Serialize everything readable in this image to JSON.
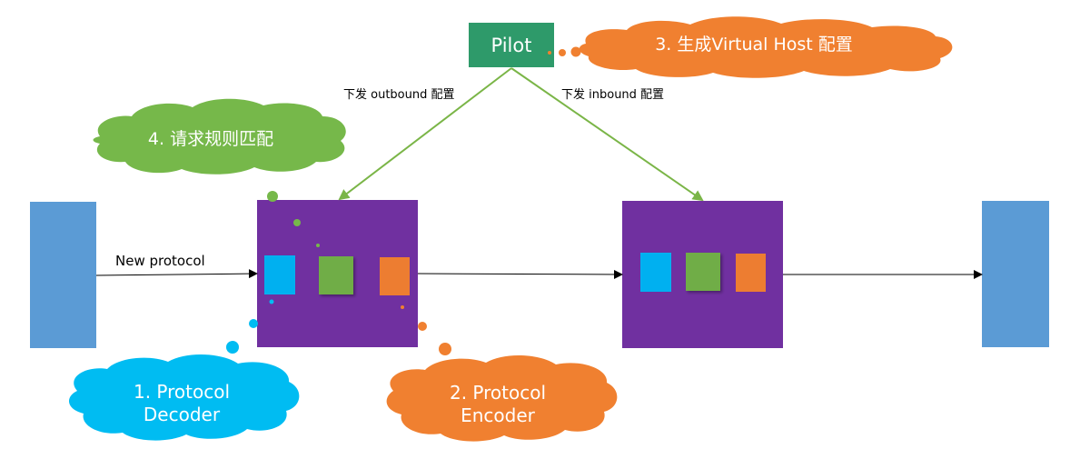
{
  "pilot": {
    "label": "Pilot",
    "color": "#2e9a6a"
  },
  "edges": {
    "outbound_label": "下发 outbound 配置",
    "inbound_label": "下发 inbound 配置",
    "new_protocol_label": "New protocol",
    "arrow_color": "#7ab547",
    "line_color": "#000000"
  },
  "clouds": {
    "step3": {
      "label": "3. 生成Virtual Host 配置",
      "color": "#f08030"
    },
    "step4": {
      "label": "4. 请求规则匹配",
      "color": "#76b84a"
    },
    "step1": {
      "line1": "1. Protocol",
      "line2": "Decoder",
      "color": "#00bcf2"
    },
    "step2": {
      "line1": "2. Protocol",
      "line2": "Encoder",
      "color": "#f08030"
    }
  },
  "nodes": {
    "client": {
      "color": "#5b9bd5"
    },
    "server": {
      "color": "#5b9bd5"
    },
    "sidecar_outbound": {
      "color": "#7030a0"
    },
    "sidecar_inbound": {
      "color": "#7030a0"
    }
  },
  "filters": {
    "decoder_color": "#00b0f0",
    "router_color": "#70ad47",
    "encoder_color": "#ed7d31"
  }
}
